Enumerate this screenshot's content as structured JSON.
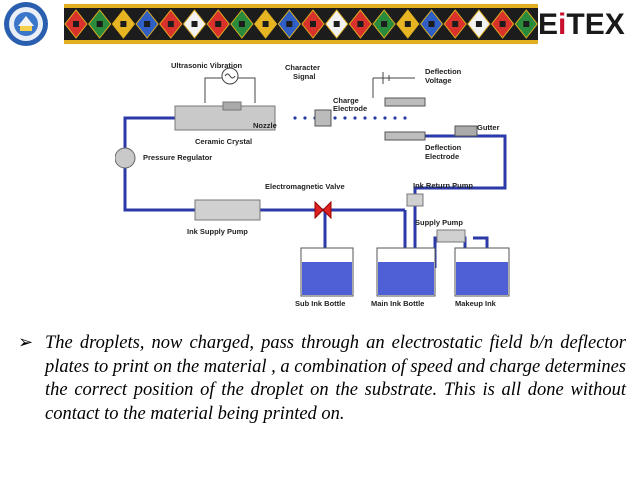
{
  "header": {
    "brand_text": "EiTEX",
    "brand_accent_color": "#c8102e"
  },
  "diagram": {
    "labels": {
      "ultrasonic_vibration": "Ultrasonic Vibration",
      "character_signal_1": "Character",
      "character_signal_2": "Signal",
      "deflection_voltage_1": "Deflection",
      "deflection_voltage_2": "Voltage",
      "charge_electrode_1": "Charge",
      "charge_electrode_2": "Electrode",
      "nozzle": "Nozzle",
      "ceramic_crystal": "Ceramic Crystal",
      "pressure_regulator": "Pressure Regulator",
      "gutter": "Gutter",
      "deflection_electrode_1": "Deflection",
      "deflection_electrode_2": "Electrode",
      "electromagnetic_valve": "Electromagnetic Valve",
      "ink_return_pump": "Ink Return Pump",
      "ink_supply_pump": "Ink Supply Pump",
      "supply_pump": "Supply Pump",
      "sub_ink_bottle": "Sub Ink Bottle",
      "main_ink_bottle": "Main Ink Bottle",
      "makeup_ink": "Makeup Ink"
    },
    "colors": {
      "pipe": "#2b3aa8",
      "ink": "#4f5fd6",
      "component": "#c9c9c9"
    }
  },
  "bullet": {
    "text": "The droplets, now charged, pass through an electrostatic field b/n deflector plates to print on the material , a combination of speed and charge determines the correct position of the droplet on the substrate. This is all done without contact to the material being printed on."
  }
}
